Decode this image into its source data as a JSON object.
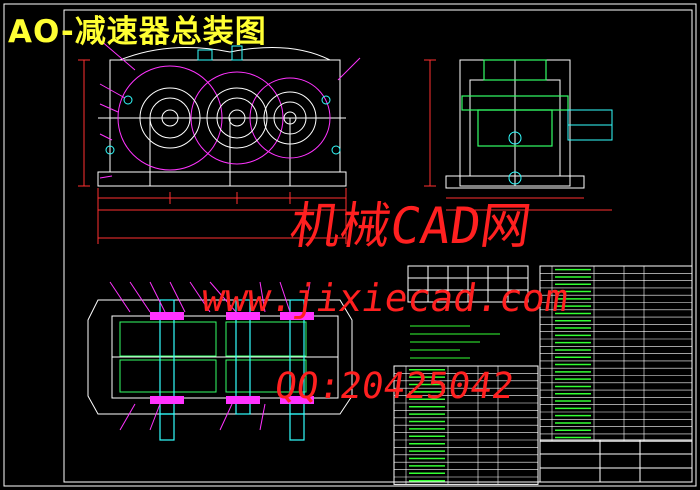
{
  "drawing": {
    "title": "AO-减速器总装图",
    "watermarks": {
      "site_cn": "机械CAD网",
      "url": "www.jixiecad.com",
      "qq": "QQ:20425042"
    },
    "colors": {
      "background": "#000000",
      "title": "#ffff33",
      "watermark": "#ff2020",
      "frame": "#ffffff",
      "outline_magenta": "#ff33ff",
      "dimension_red": "#ff3030",
      "gear_green": "#33ff66",
      "shaft_cyan": "#33ffff",
      "table_text": "#33ff33"
    }
  }
}
